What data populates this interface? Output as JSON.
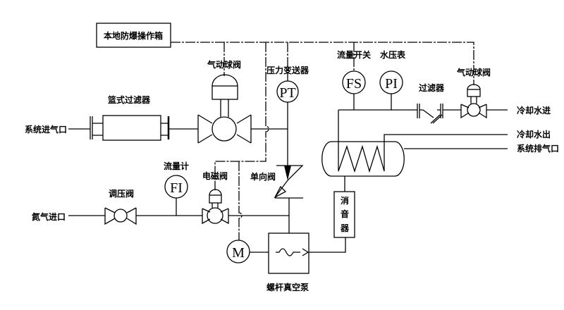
{
  "labels": {
    "control_box": "本地防爆操作箱",
    "system_inlet": "系统进气口",
    "basket_filter": "篮式过滤器",
    "pneumatic_ball_valve_1": "气动球阀",
    "pressure_transmitter": "压力变送器",
    "flow_switch": "流量开关",
    "water_pressure_gauge": "水压表",
    "water_filter": "过滤器",
    "pneumatic_ball_valve_2": "气动球阀",
    "cooling_water_in": "冷却水进",
    "cooling_water_out": "冷却水出",
    "system_exhaust": "系统排气口",
    "nitrogen_inlet": "氮气进口",
    "pressure_regulator": "调压阀",
    "flow_meter": "流量计",
    "solenoid_valve": "电磁阀",
    "check_valve": "单向阀",
    "silencer": [
      "消",
      "音",
      "器"
    ],
    "screw_vacuum_pump": "螺杆真空泵"
  },
  "instruments": {
    "pt": "PT",
    "fs": "FS",
    "pi": "PI",
    "fi": "FI",
    "motor": "M"
  }
}
